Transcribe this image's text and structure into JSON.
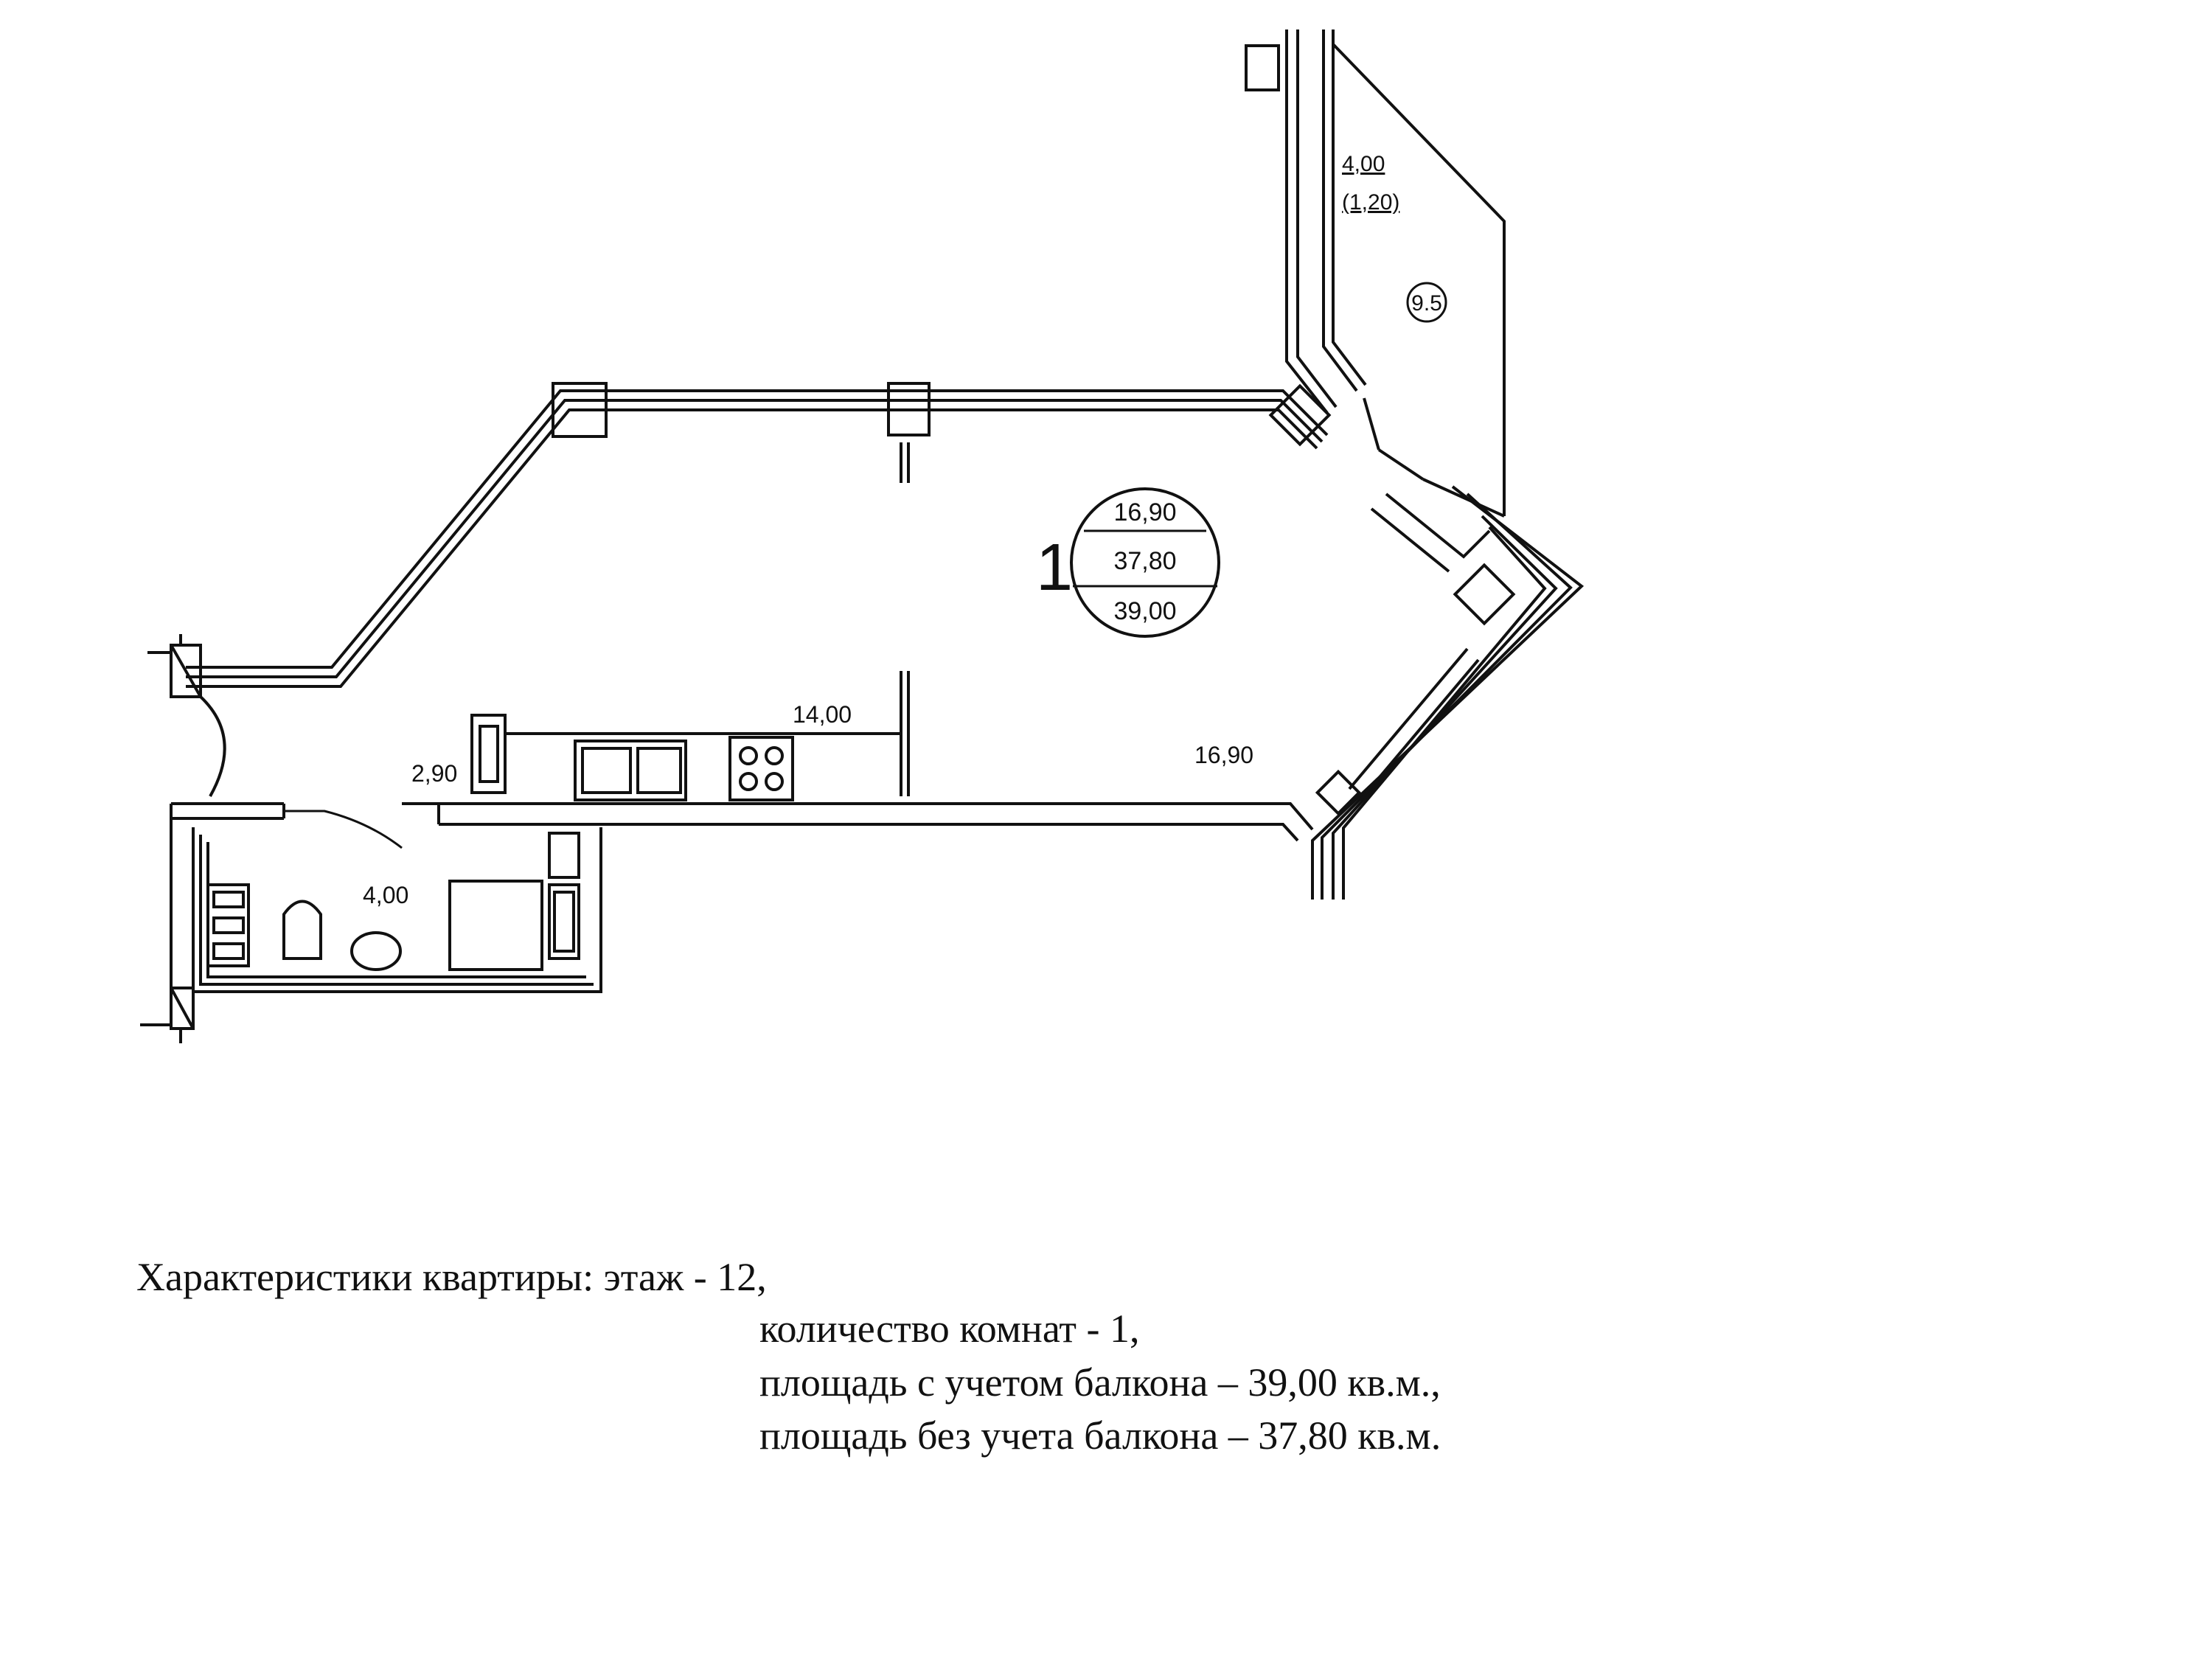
{
  "plan": {
    "apartment_number": "1",
    "area_badge": {
      "living": "16,90",
      "total_without_balcony": "37,80",
      "total_with_balcony": "39,00"
    },
    "rooms": {
      "balcony_area": "4,00",
      "balcony_reduced_area": "(1,20)",
      "balcony_marker": "9.5",
      "kitchen_area": "14,00",
      "living_room_area": "16,90",
      "hall_area": "2,90",
      "bathroom_area": "4,00"
    }
  },
  "caption": {
    "line1": "Характеристики квартиры: этаж - 12,",
    "line2": "количество комнат - 1,",
    "line3": "площадь с учетом балкона – 39,00 кв.м.,",
    "line4": "площадь без учета балкона – 37,80 кв.м."
  }
}
